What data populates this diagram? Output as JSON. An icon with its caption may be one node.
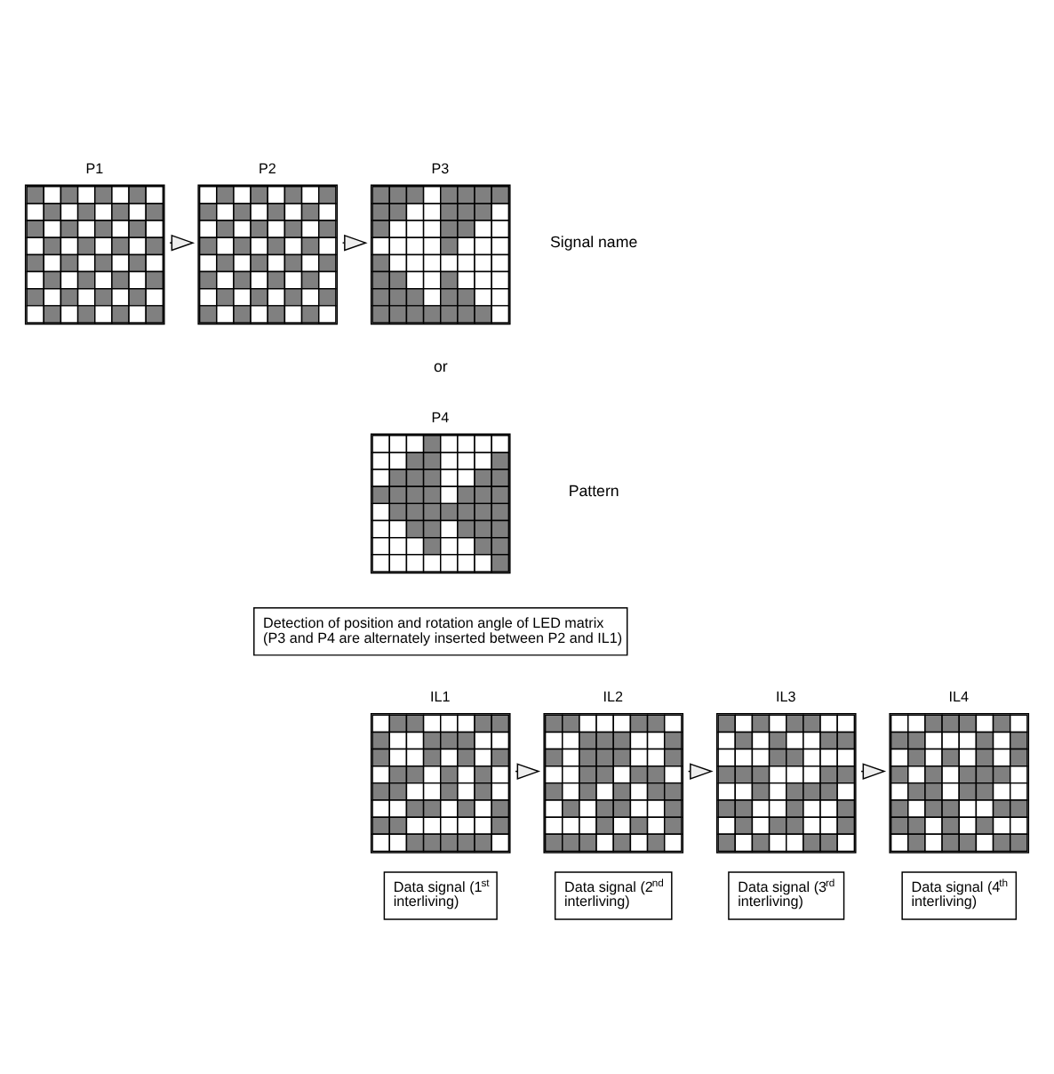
{
  "diagram": {
    "nodes": [
      {
        "text": [
          "P1"
        ]
      },
      {
        "text": [
          "P2"
        ]
      },
      {
        "text": [
          "P3"
        ]
      },
      {
        "text": [
          "P4"
        ]
      },
      {
        "text": [
          "Detection of position and rotation angle of LED matrix (P3 and P4 are alternately inserted between P2 and IL1)"
        ]
      },
      {
        "text": [
          "IL1"
        ]
      },
      {
        "text": [
          "IL2"
        ]
      },
      {
        "text": [
          "IL3"
        ]
      },
      {
        "text": [
          "IL4"
        ]
      },
      {
        "text": [
          "Data signal (1$^{st}$ interliving)"
        ]
      },
      {
        "text": [
          "Data signal (2$^{nd}$ interliving)"
        ]
      },
      {
        "text": [
          "Data signal (3$^{rd}$ interliving)"
        ]
      },
      {
        "text": [
          "Data signal (4$^{th}$ interliving)"
        ]
      }
    ],
    "edges": [
      {
        "from": 0,
        "to": 1,
        "arrow": "to"
      },
      {
        "from": 1,
        "to": 2,
        "arrow": "to"
      },
      {
        "from": 5,
        "to": 6,
        "arrow": "to"
      },
      {
        "from": 6,
        "to": 7,
        "arrow": "to"
      },
      {
        "from": 7,
        "to": 8,
        "arrow": "to"
      }
    ],
    "labels": [
      "Signal name",
      "or",
      "Pattern"
    ]
  }
}
